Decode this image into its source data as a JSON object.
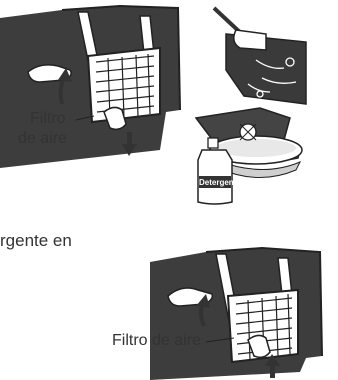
{
  "labels": {
    "filter_top_line1": "Filtro",
    "filter_top_line2": "de aire",
    "detergent_text_fragment": "rgente en",
    "bottle_label": "Detergent",
    "filter_bottom": "Filtro de aire"
  }
}
